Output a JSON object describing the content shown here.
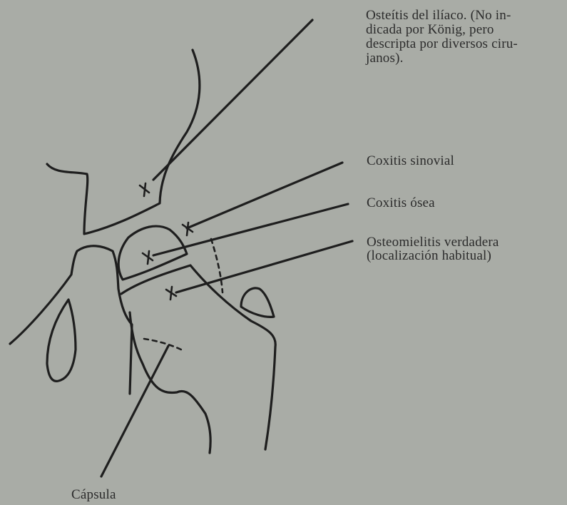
{
  "labels": {
    "osteitis": "Osteítis del ilíaco. (No in-\ndicada por König, pero\ndescripta por diversos ciru-\njanos).",
    "coxitis_sinovial": "Coxitis sinovial",
    "coxitis_osea": "Coxitis ósea",
    "osteomielitis": "Osteomielitis verdadera\n(localización habitual)",
    "capsula": "Cápsula"
  },
  "colors": {
    "paper": "#a9aca6",
    "ink": "#1e1e1e"
  }
}
